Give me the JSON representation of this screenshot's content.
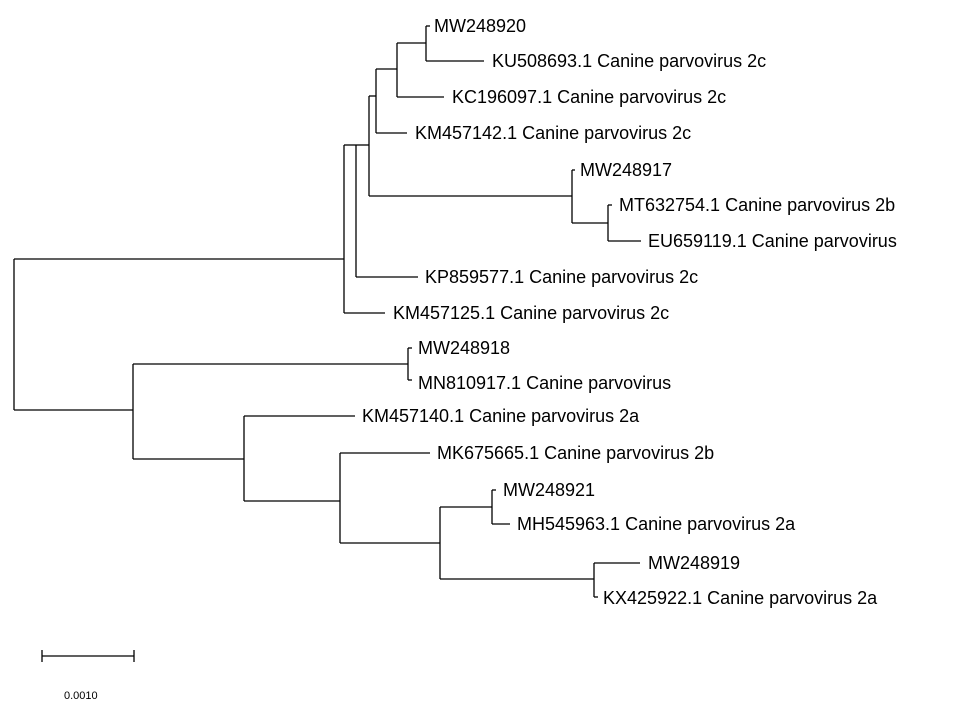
{
  "tree": {
    "leaves": [
      "MW248920",
      "KU508693.1 Canine parvovirus 2c",
      "KC196097.1 Canine parvovirus 2c",
      "KM457142.1 Canine parvovirus 2c",
      "MW248917",
      "MT632754.1 Canine parvovirus 2b",
      "EU659119.1 Canine parvovirus",
      "KP859577.1 Canine parvovirus 2c",
      "KM457125.1 Canine parvovirus 2c",
      "MW248918",
      "MN810917.1 Canine parvovirus",
      "KM457140.1 Canine parvovirus 2a",
      "MK675665.1 Canine parvovirus 2b",
      "MW248921",
      "MH545963.1 Canine parvovirus 2a",
      "MW248919",
      "KX425922.1 Canine parvovirus 2a"
    ],
    "scale_bar_label": "0.0010"
  }
}
